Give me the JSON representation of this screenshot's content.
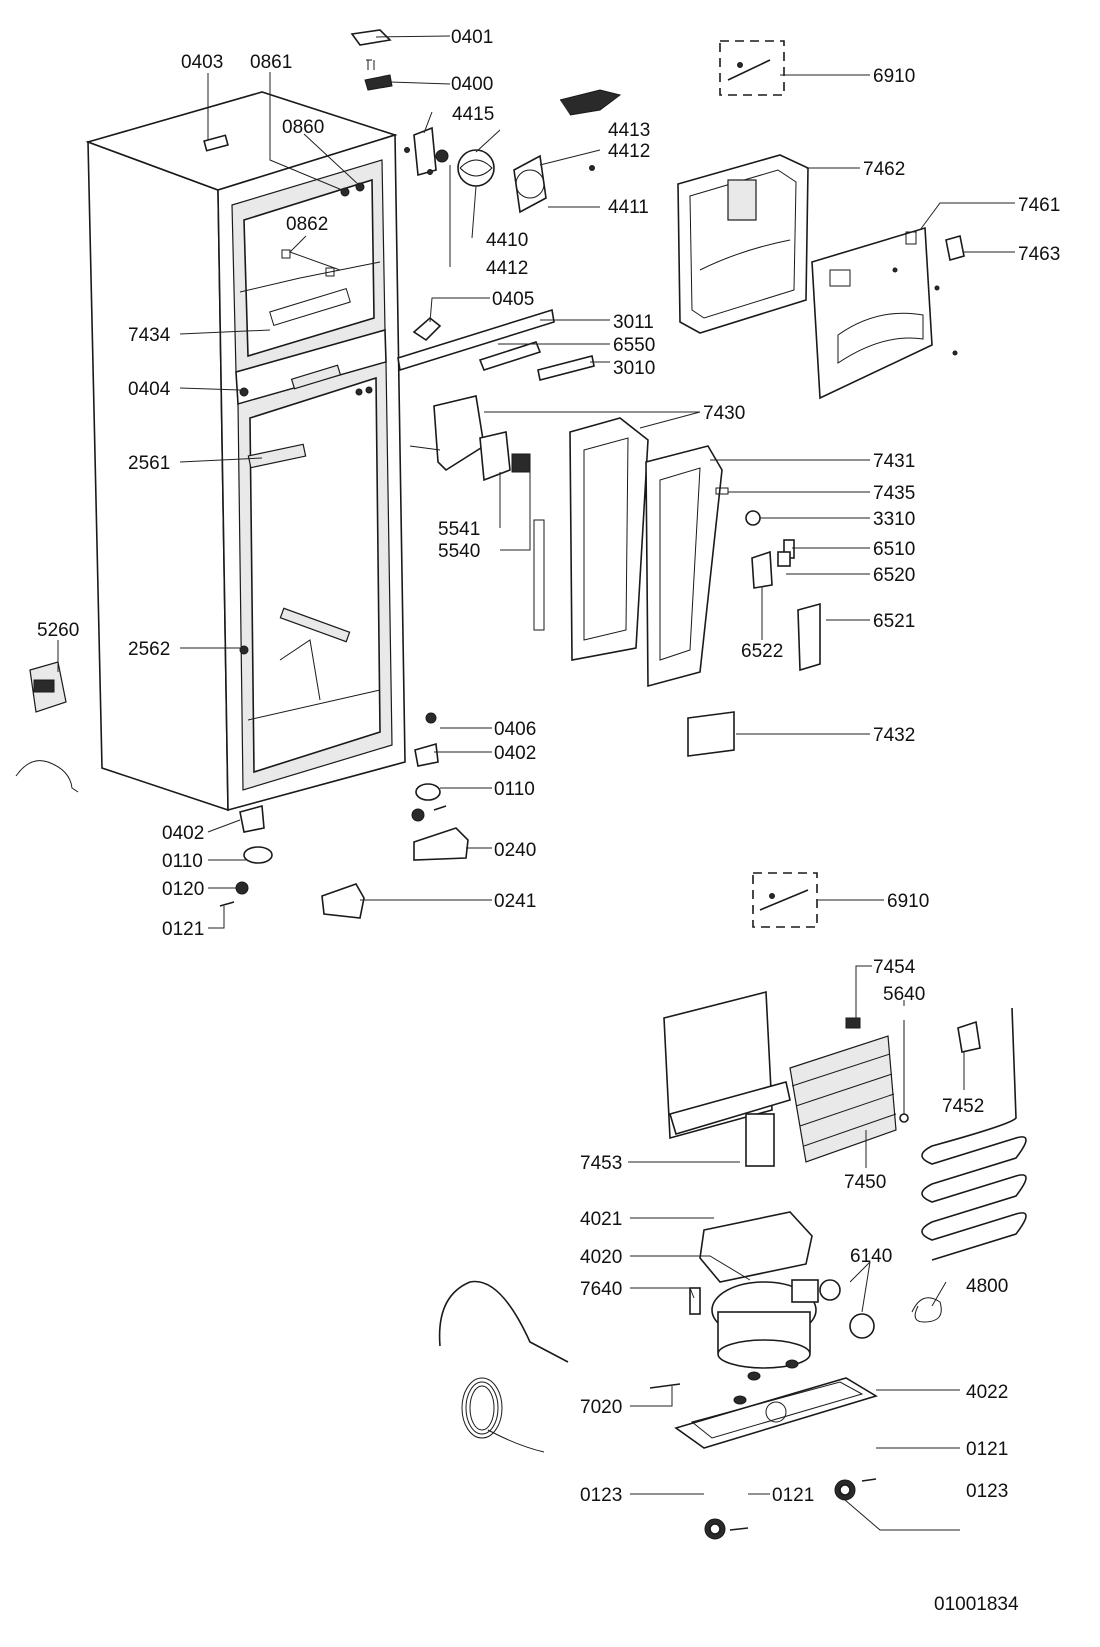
{
  "document_id": "01001834",
  "labels": {
    "p0401": "0401",
    "p0400": "0400",
    "p0403": "0403",
    "p0861": "0861",
    "p0860": "0860",
    "p4415": "4415",
    "p4413": "4413",
    "p4412a": "4412",
    "p4411": "4411",
    "p4410": "4410",
    "p4412b": "4412",
    "p0862": "0862",
    "p6910a": "6910",
    "p7462": "7462",
    "p7461": "7461",
    "p7463": "7463",
    "p0405": "0405",
    "p3011": "3011",
    "p6550": "6550",
    "p3010": "3010",
    "p7434": "7434",
    "p0404": "0404",
    "p7430": "7430",
    "p7431": "7431",
    "p2561": "2561",
    "p7435": "7435",
    "p3310": "3310",
    "p5541": "5541",
    "p6510": "6510",
    "p5540": "5540",
    "p6520": "6520",
    "p5260": "5260",
    "p6521": "6521",
    "p6522": "6522",
    "p2562": "2562",
    "p7432": "7432",
    "p0406": "0406",
    "p0402a": "0402",
    "p0110a": "0110",
    "p0402b": "0402",
    "p0240": "0240",
    "p0110b": "0110",
    "p0120": "0120",
    "p0241": "0241",
    "p0121a": "0121",
    "p6910b": "6910",
    "p7454": "7454",
    "p5640": "5640",
    "p7452": "7452",
    "p7453": "7453",
    "p7450": "7450",
    "p4021": "4021",
    "p4020": "4020",
    "p6140": "6140",
    "p7640": "7640",
    "p4800": "4800",
    "p4022": "4022",
    "p7020": "7020",
    "p0121b": "0121",
    "p0123a": "0123",
    "p0121c": "0121",
    "p0123b": "0123"
  }
}
